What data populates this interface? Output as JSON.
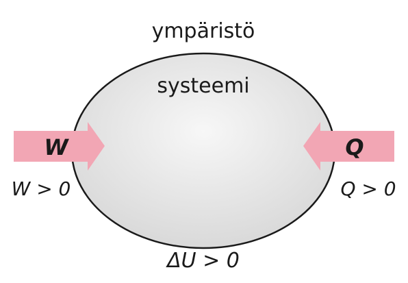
{
  "labels": {
    "environment": "ympäristö",
    "system": "systeemi",
    "work_symbol": "W",
    "heat_symbol": "Q",
    "work_condition": "W > 0",
    "heat_condition": "Q > 0",
    "energy_condition": "ΔU > 0"
  },
  "colors": {
    "arrow_fill": "#f2a6b4",
    "system_fill_center": "#f7f7f7",
    "system_fill_edge": "#d9d9d9",
    "outline": "#1a1a1a"
  }
}
